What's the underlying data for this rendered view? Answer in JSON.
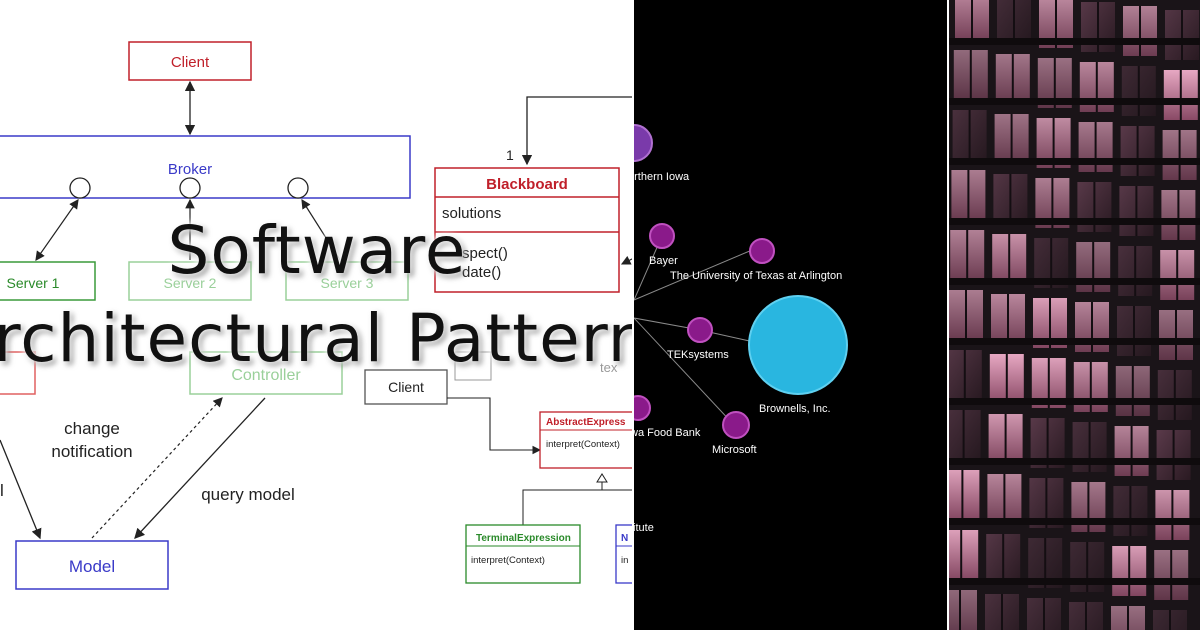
{
  "title": {
    "line1": "Software",
    "line2": "rchitectural Pattern"
  },
  "diagram_broker": {
    "client": "Client",
    "broker": "Broker",
    "servers": [
      "Server 1",
      "Server 2",
      "Server 3"
    ]
  },
  "diagram_mvc": {
    "controller": "Controller",
    "model": "Model",
    "change": "change",
    "notification": "notification",
    "query": "query model",
    "edge_l": "l"
  },
  "diagram_blackboard": {
    "multiplicity": "1",
    "title": "Blackboard",
    "attribute": "solutions",
    "methods": [
      "spect()",
      "date()"
    ],
    "color": "#c0202a"
  },
  "diagram_interpreter": {
    "client": "Client",
    "abstract_title": "AbstractExpress",
    "abstract_method": "interpret(Context)",
    "terminal_title": "TerminalExpression",
    "terminal_method": "interpret(Context)",
    "nonterminal_title": "N",
    "nonterminal_method": "in",
    "partial_label": "tex"
  },
  "network": {
    "labels": {
      "northern_iowa": "orthern Iowa",
      "bayer": "Bayer",
      "uta": "The University of Texas at Arlington",
      "teksystems": "TEKsystems",
      "brownells": "Brownells, Inc.",
      "food_bank": "wa Food Bank",
      "microsoft": "Microsoft",
      "institute": "titute"
    },
    "node_color": "#8a1a8a",
    "highlight_color": "#29b6e0"
  }
}
